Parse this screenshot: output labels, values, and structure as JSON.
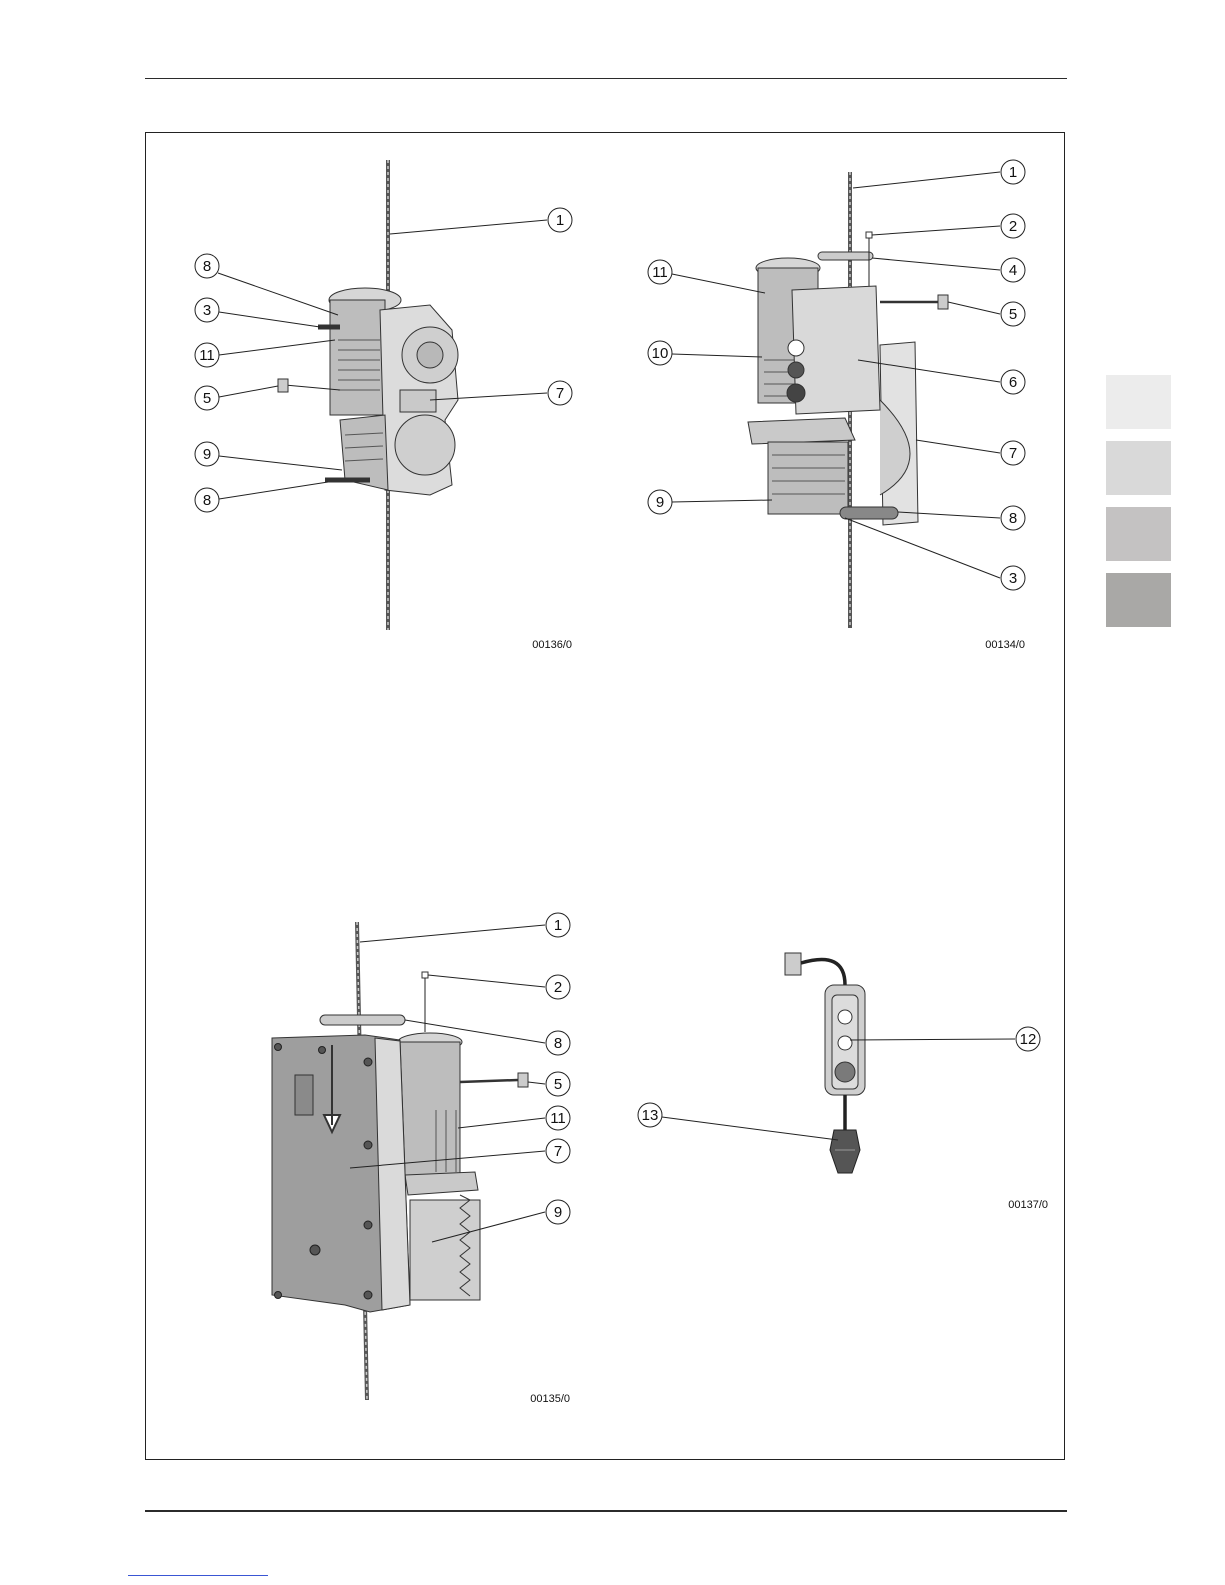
{
  "figures": [
    {
      "id": "fig-top-left",
      "code": "00136/0",
      "callouts": [
        "1",
        "8",
        "3",
        "11",
        "5",
        "7",
        "9",
        "8"
      ]
    },
    {
      "id": "fig-top-right",
      "code": "00134/0",
      "callouts": [
        "1",
        "2",
        "11",
        "4",
        "5",
        "10",
        "6",
        "7",
        "9",
        "8",
        "3"
      ]
    },
    {
      "id": "fig-bottom-left",
      "code": "00135/0",
      "callouts": [
        "1",
        "2",
        "8",
        "5",
        "11",
        "7",
        "9"
      ]
    },
    {
      "id": "fig-bottom-right",
      "code": "00137/0",
      "callouts": [
        "12",
        "13"
      ]
    }
  ],
  "colors": {
    "tabs": [
      "#ececec",
      "#d9d9d9",
      "#c4c2c2",
      "#a9a8a6"
    ],
    "device_light": "#d6d6d6",
    "device_mid": "#bdbdbd",
    "device_dark": "#7a7a7a"
  }
}
